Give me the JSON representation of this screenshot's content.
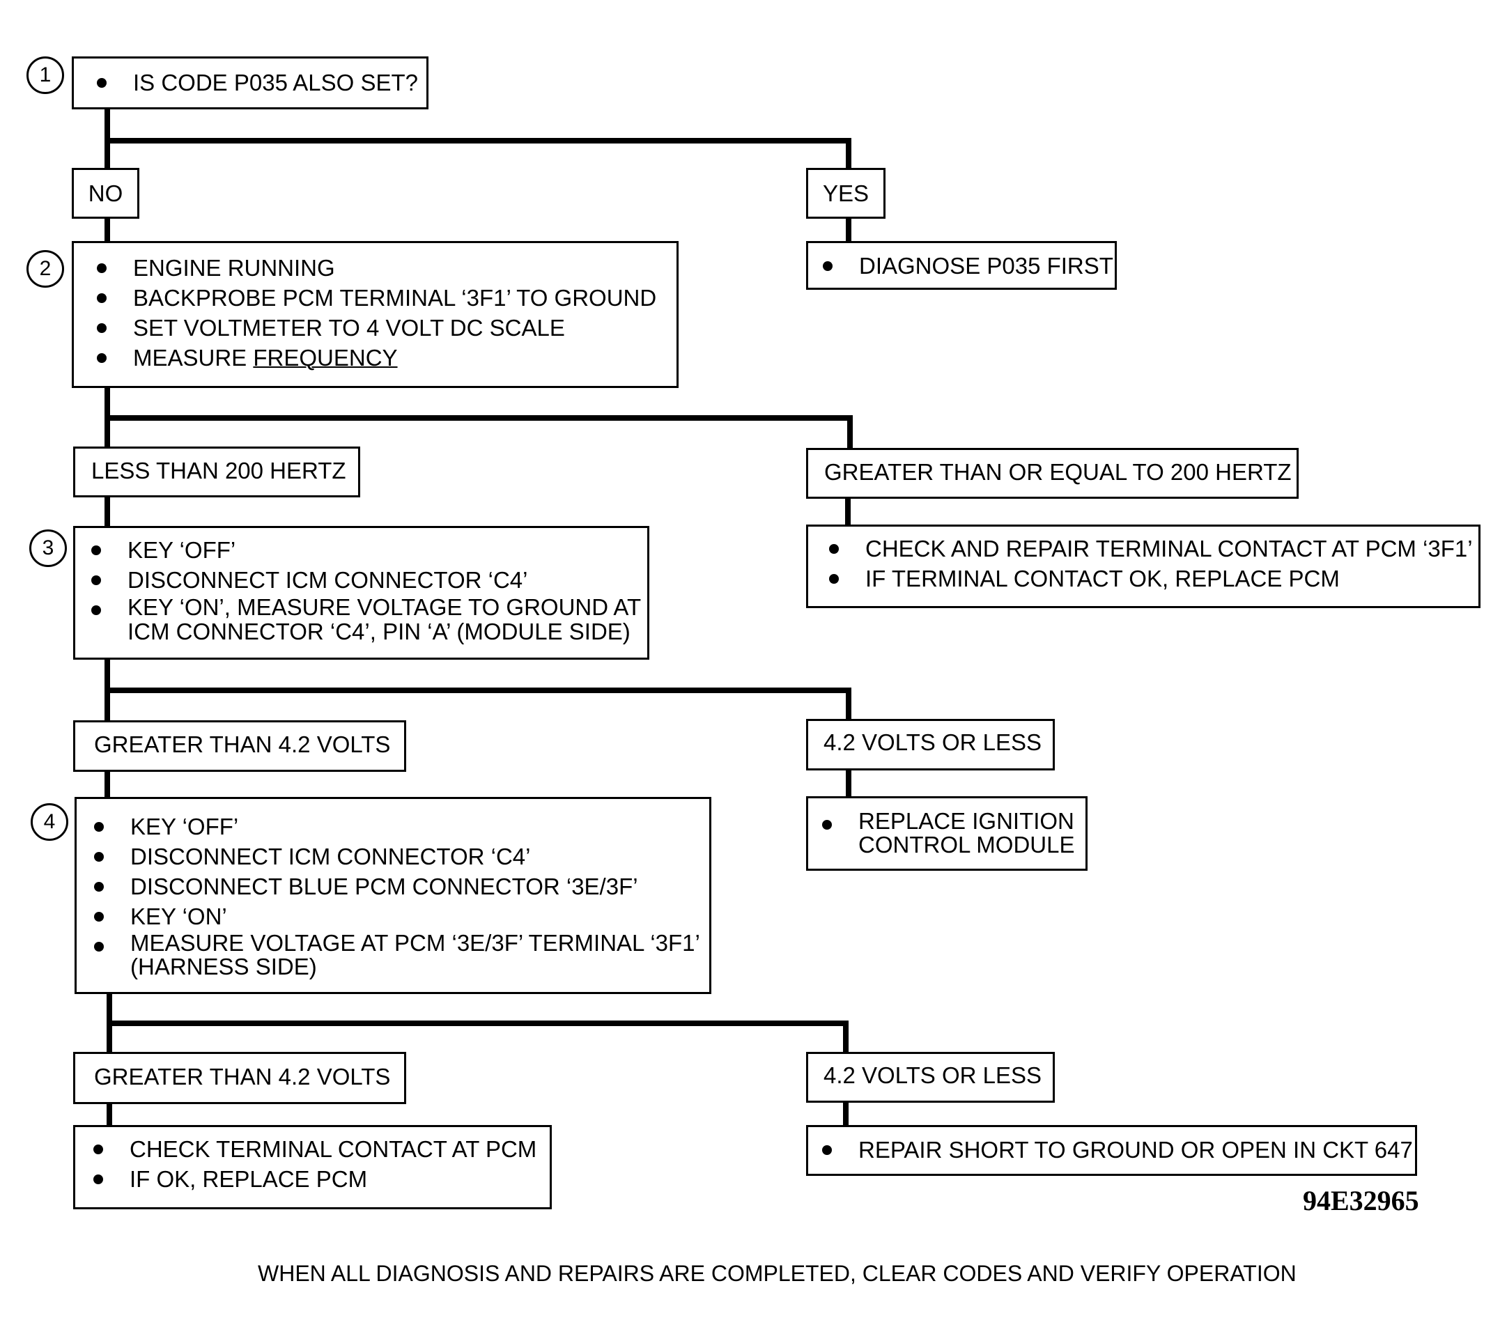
{
  "diagram": {
    "steps": [
      "1",
      "2",
      "3",
      "4"
    ],
    "q1": {
      "items": [
        "IS CODE P035 ALSO SET?"
      ]
    },
    "b1_no": "NO",
    "b1_yes": "YES",
    "yes1_action": {
      "items": [
        "DIAGNOSE P035 FIRST"
      ]
    },
    "q2": {
      "items": [
        "ENGINE RUNNING",
        "BACKPROBE PCM TERMINAL ‘3F1’ TO GROUND",
        "SET VOLTMETER TO 4 VOLT DC SCALE",
        "MEASURE",
        "FREQUENCY"
      ]
    },
    "b2_left": "LESS THAN 200 HERTZ",
    "b2_right": "GREATER THAN OR EQUAL TO 200 HERTZ",
    "right2_action": {
      "items": [
        "CHECK AND REPAIR TERMINAL CONTACT AT PCM ‘3F1’",
        "IF TERMINAL CONTACT OK, REPLACE PCM"
      ]
    },
    "q3": {
      "items": [
        "KEY ‘OFF’",
        "DISCONNECT ICM CONNECTOR ‘C4’",
        "KEY ‘ON’, MEASURE VOLTAGE TO GROUND AT\nICM CONNECTOR ‘C4’, PIN ‘A’ (MODULE SIDE)"
      ]
    },
    "b3_left": "GREATER THAN 4.2 VOLTS",
    "b3_right": "4.2 VOLTS OR LESS",
    "right3_action": {
      "items": [
        "REPLACE IGNITION\nCONTROL MODULE"
      ]
    },
    "q4": {
      "items": [
        "KEY ‘OFF’",
        "DISCONNECT ICM CONNECTOR ‘C4’",
        "DISCONNECT BLUE PCM CONNECTOR ‘3E/3F’",
        "KEY ‘ON’",
        "MEASURE VOLTAGE AT PCM ‘3E/3F’ TERMINAL ‘3F1’\n(HARNESS SIDE)"
      ]
    },
    "b4_left": "GREATER THAN 4.2 VOLTS",
    "b4_right": "4.2 VOLTS OR LESS",
    "left4_action": {
      "items": [
        "CHECK TERMINAL CONTACT AT PCM",
        "IF OK, REPLACE PCM"
      ]
    },
    "right4_action": {
      "items": [
        "REPAIR SHORT TO GROUND OR OPEN IN CKT 647"
      ]
    },
    "figure_code": "94E32965",
    "footer": "WHEN ALL DIAGNOSIS AND REPAIRS ARE COMPLETED, CLEAR CODES AND VERIFY OPERATION"
  }
}
